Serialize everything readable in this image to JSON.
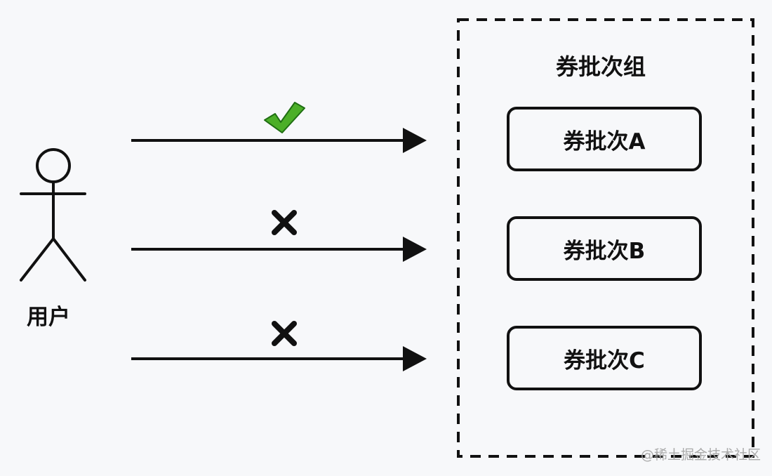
{
  "user": {
    "label": "用户"
  },
  "group": {
    "title": "券批次组",
    "batches": [
      {
        "label": "券批次A"
      },
      {
        "label": "券批次B"
      },
      {
        "label": "券批次C"
      }
    ]
  },
  "arrows": [
    {
      "status": "allowed",
      "mark_icon": "check-icon",
      "color": "#4caf28"
    },
    {
      "status": "denied",
      "mark_icon": "cross-icon",
      "color": "#111111"
    },
    {
      "status": "denied",
      "mark_icon": "cross-icon",
      "color": "#111111"
    }
  ],
  "watermark": "@稀土掘金技术社区"
}
